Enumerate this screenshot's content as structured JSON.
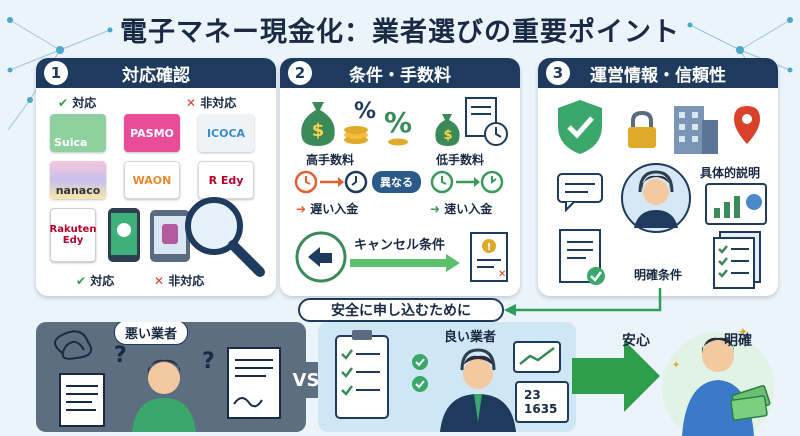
{
  "title": "電子マネー現金化：業者選びの重要ポイント",
  "panels": [
    {
      "num": "1",
      "title": "対応確認",
      "ok_label": "対応",
      "ng_label": "非対応",
      "cards": [
        "PASMO",
        "ICOCA",
        "Suica",
        "WAON",
        "nanaco",
        "R Edy",
        "Rakuten Edy"
      ],
      "footer_ok": "対応",
      "footer_ng": "非対応"
    },
    {
      "num": "2",
      "title": "条件・手数料",
      "high_fee": "高手数料",
      "low_fee": "低手数料",
      "differ": "異なる",
      "slow": "遅い入金",
      "fast": "速い入金",
      "cancel": "キャンセル条件"
    },
    {
      "num": "3",
      "title": "運営情報・信頼性",
      "explain": "具体的説明",
      "clear_terms": "明確条件"
    }
  ],
  "banner": "安全に申し込むために",
  "bad_vendor": "悪い業者",
  "vs": "VS",
  "good_vendor": "良い業者",
  "stats": [
    "23",
    "1635"
  ],
  "relief": "安心",
  "clarity": "明確"
}
